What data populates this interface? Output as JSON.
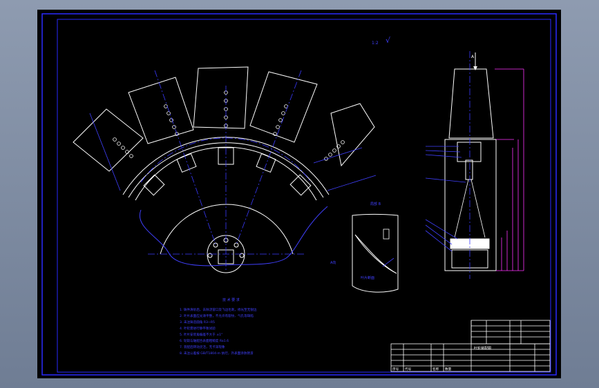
{
  "canvas": {
    "background": "#000000",
    "frame_color": "#2a2aff",
    "part_color": "#ffffff",
    "dim_color": "#ff33ff",
    "note_color": "#4040ff",
    "center_color": "#3a3aff"
  },
  "labels": {
    "scale_note": "1:2",
    "scale_tick": "√",
    "section_view_title": "A向",
    "detail_title": "局部 B",
    "blade_label": "叶片断面",
    "notes_title": "技 术 要 求",
    "top_marker": "A"
  },
  "tech_notes": [
    "1. 铸件清砂后，去除浇冒口及飞边毛刺，修光至无锐边",
    "2. 叶片表面应光滑平整，不允许有裂纹、气孔等缺陷",
    "3. 未注铸造圆角 R3~R5",
    "4. 叶轮需进行静平衡试验",
    "5. 叶片安装角偏差不大于 ±1°",
    "6. 轮毂与轴配合表面粗糙度 Ra1.6",
    "7. 装配后转动灵活，无卡滞现象",
    "8. 未注公差按 GB/T1804-m 执行，外表面涂防锈漆"
  ],
  "title_block": {
    "name": "叶轮装配图",
    "ref_cols": [
      "序号",
      "代号",
      "名称",
      "数量"
    ]
  }
}
